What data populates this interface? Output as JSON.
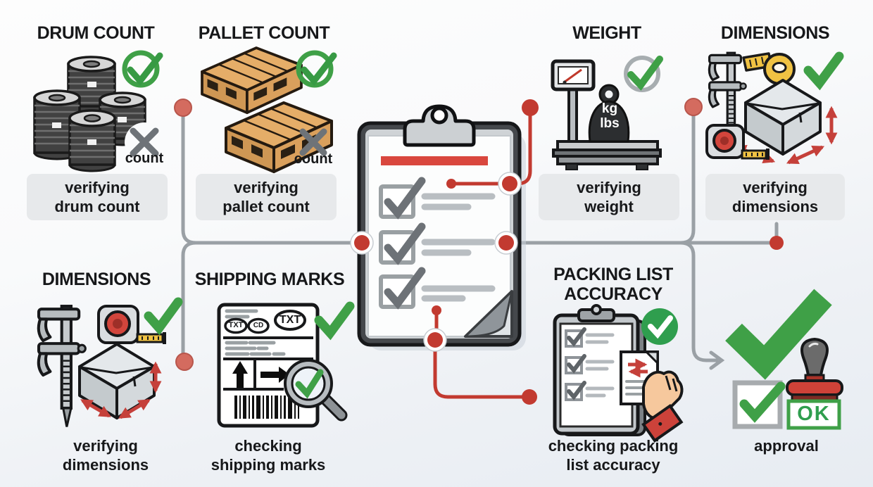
{
  "colors": {
    "green": "#3fa047",
    "red_line": "#c23a30",
    "gray_line": "#9aa0a5",
    "caption_bg": "#e7e9eb",
    "ink": "#17181a",
    "clipboard_header_red": "#d9473e",
    "wood": "#e5ad68"
  },
  "top_row": [
    {
      "id": "drum-count",
      "title": "DRUM COUNT",
      "caption": "verifying\ndrum count",
      "badge": "count"
    },
    {
      "id": "pallet-count",
      "title": "PALLET COUNT",
      "caption": "verifying\npallet count",
      "badge": "count"
    },
    {
      "id": "weight",
      "title": "WEIGHT",
      "caption": "verifying\nweight",
      "weight_units": "kg\nlbs"
    },
    {
      "id": "dimensions",
      "title": "DIMENSIONS",
      "caption": "verifying\ndimensions"
    }
  ],
  "bottom_row": [
    {
      "id": "dimensions",
      "title": "DIMENSIONS",
      "caption": "verifying\ndimensions"
    },
    {
      "id": "shipping-marks",
      "title": "SHIPPING MARKS",
      "caption": "checking\nshipping marks",
      "label_ovals": [
        "TXT",
        "CD",
        "TXT"
      ]
    },
    {
      "id": "packing-list-accuracy",
      "title": "PACKING LIST\nACCURACY",
      "caption": "checking packing\nlist accuracy"
    },
    {
      "id": "approval",
      "caption": "approval",
      "stamp_text": "OK"
    }
  ]
}
